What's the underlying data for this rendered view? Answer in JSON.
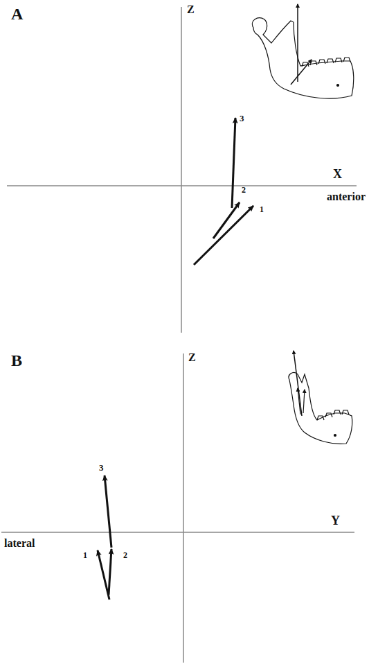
{
  "diagram": {
    "labels": [
      "A",
      "Z",
      "3",
      "X",
      "2",
      "anterior",
      "1",
      "B",
      "Z",
      "3",
      "Y",
      "lateral",
      "1",
      "2"
    ]
  }
}
